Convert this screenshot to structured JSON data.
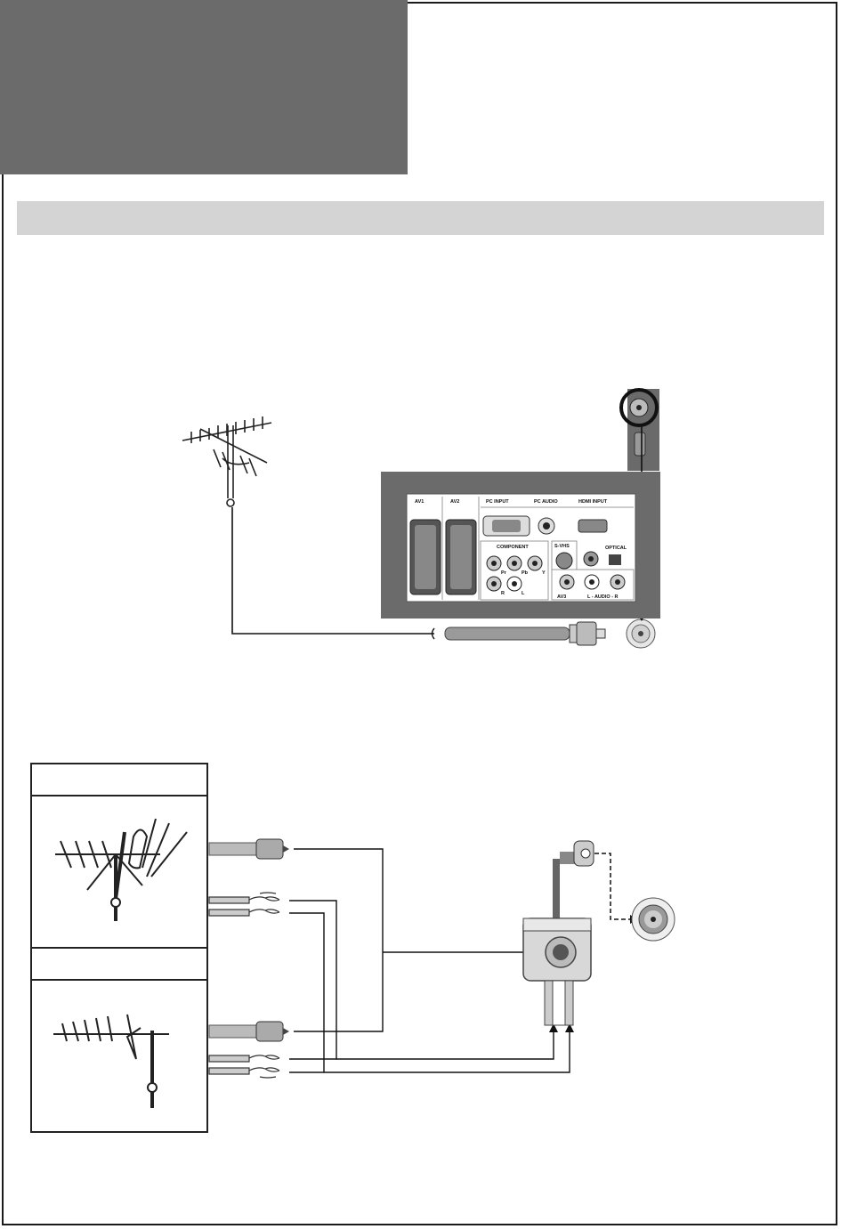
{
  "tv_panel": {
    "scart_1": "AV1",
    "scart_2": "AV2",
    "pc_input": "PC INPUT",
    "pc_audio": "PC AUDIO",
    "hdmi_input": "HDMI INPUT",
    "component": "COMPONENT",
    "pr": "Pr",
    "pb": "Pb",
    "y": "Y",
    "r": "R",
    "l": "L",
    "svhs": "S-VHS",
    "optical": "OPTICAL",
    "av3": "AV3",
    "audio_lr": "L - AUDIO - R"
  },
  "icons": [
    "antenna-icon",
    "coax-plug-icon",
    "antenna-socket-icon",
    "twin-lead-icon",
    "adapter-icon"
  ]
}
